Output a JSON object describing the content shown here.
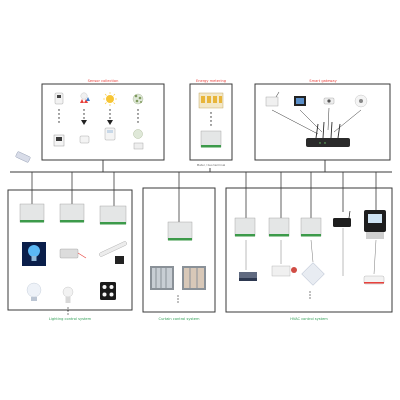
{
  "groups": {
    "sensors": {
      "title": "Sensor collection"
    },
    "power": {
      "title": "Energy metering",
      "note": "Meter / bus terminal"
    },
    "gateway": {
      "title": "Smart gateway"
    },
    "lighting": {
      "title": "Lighting control system"
    },
    "curtain": {
      "title": "Curtain control system"
    },
    "hvac": {
      "title": "HVAC control system"
    }
  },
  "colors": {
    "frame": "#3a3a3a",
    "bus": "#3a3a3a",
    "title_red": "#e8413c",
    "title_green": "#2f9e55",
    "module": "#e4e6e6",
    "terminal_green": "#3c9a4a"
  },
  "icons": [
    "temperature-humidity-sensor-icon",
    "ir-sensor-icon",
    "light-sensor-icon",
    "smoke-sensor-icon",
    "smart-panel-icon",
    "plug-icon",
    "meter-icon",
    "wifi-gateway-icon",
    "touch-screen-icon",
    "camera-icon",
    "doorbell-icon",
    "router-icon",
    "dimmer-module-icon",
    "bulb-icon",
    "transformer-icon",
    "tube-light-icon",
    "driver-icon",
    "led-bulb-icon",
    "spotlight-icon",
    "curtain-motor-icon",
    "air-conditioner-icon",
    "fan-coil-icon",
    "valve-icon",
    "thermostat-icon",
    "remote-icon"
  ]
}
